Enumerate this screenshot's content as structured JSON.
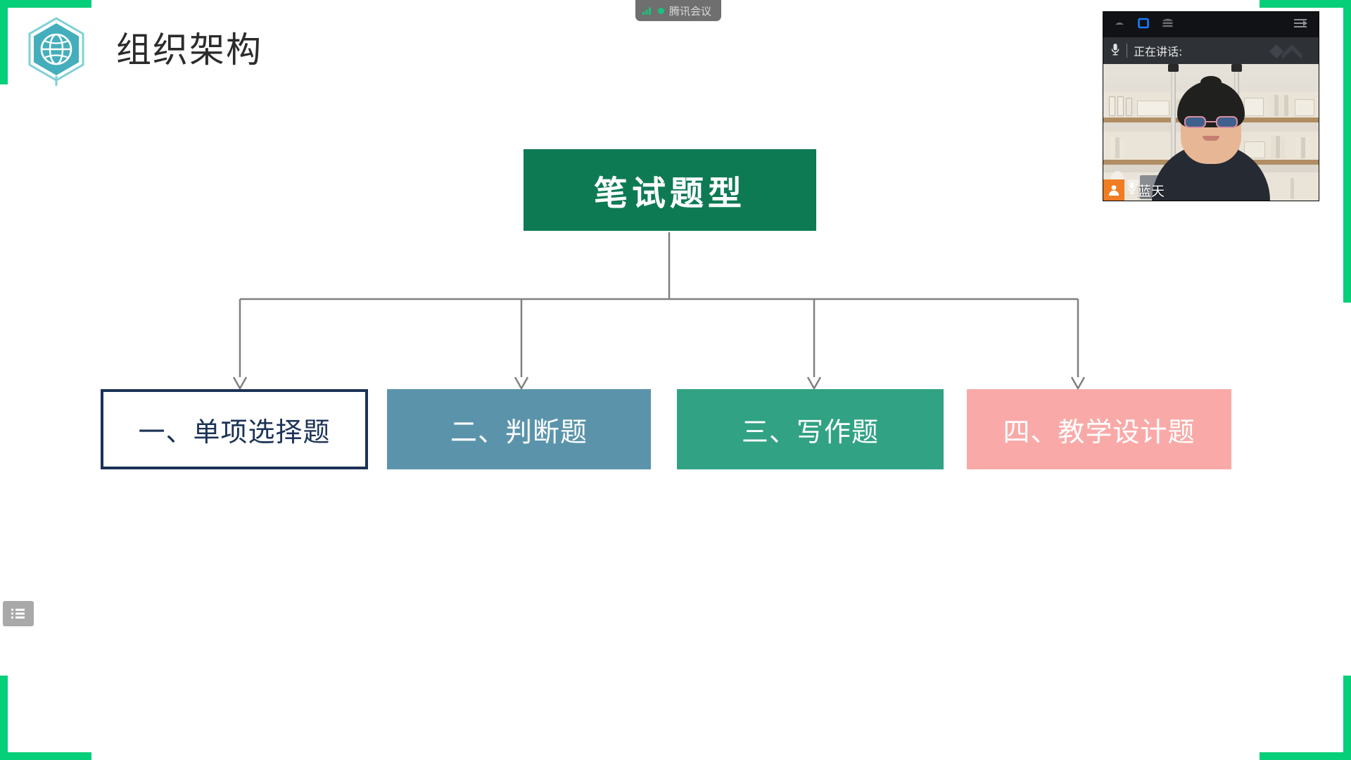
{
  "slide": {
    "header": {
      "title": "组织架构",
      "logo_icon": "globe-hexagon-icon"
    },
    "accent_color": "#05cf78",
    "root_node": {
      "label": "笔试题型",
      "color": "#0e7a54",
      "text_color": "#ffffff"
    },
    "leaf_nodes": [
      {
        "label": "一、单项选择题",
        "fill": "#ffffff",
        "border": "#1b3257",
        "text_color": "#1b3257"
      },
      {
        "label": "二、判断题",
        "fill": "#5b94aa",
        "border": "none",
        "text_color": "#ffffff"
      },
      {
        "label": "三、写作题",
        "fill": "#31a284",
        "border": "none",
        "text_color": "#ffffff"
      },
      {
        "label": "四、教学设计题",
        "fill": "#f9aaa8",
        "border": "none",
        "text_color": "#ffffff"
      }
    ],
    "connector_color": "#808080",
    "list_button": {
      "icon": "list-bullets-icon"
    }
  },
  "meeting_pill": {
    "label": "腾讯会议",
    "signal_icon": "signal-bars-icon",
    "status_dot_color": "#19c37d",
    "background": "#6f6f6f"
  },
  "video_window": {
    "toolbar": {
      "minimize_icon": "minimize-icon",
      "restore_icon": "restore-window-icon",
      "menu_icon": "hamburger-menu-icon",
      "collapse_icon": "arrow-right-collapse-icon",
      "restore_icon_color": "#1a7bff"
    },
    "speaking_bar": {
      "mic_icon": "microphone-icon",
      "label": "正在讲话:",
      "watermark_icon": "tencent-meeting-logo-watermark"
    },
    "participant": {
      "name": "蓝天",
      "avatar_icon": "person-avatar-icon",
      "mic_icon": "microphone-icon",
      "avatar_color": "#f07c23"
    }
  }
}
